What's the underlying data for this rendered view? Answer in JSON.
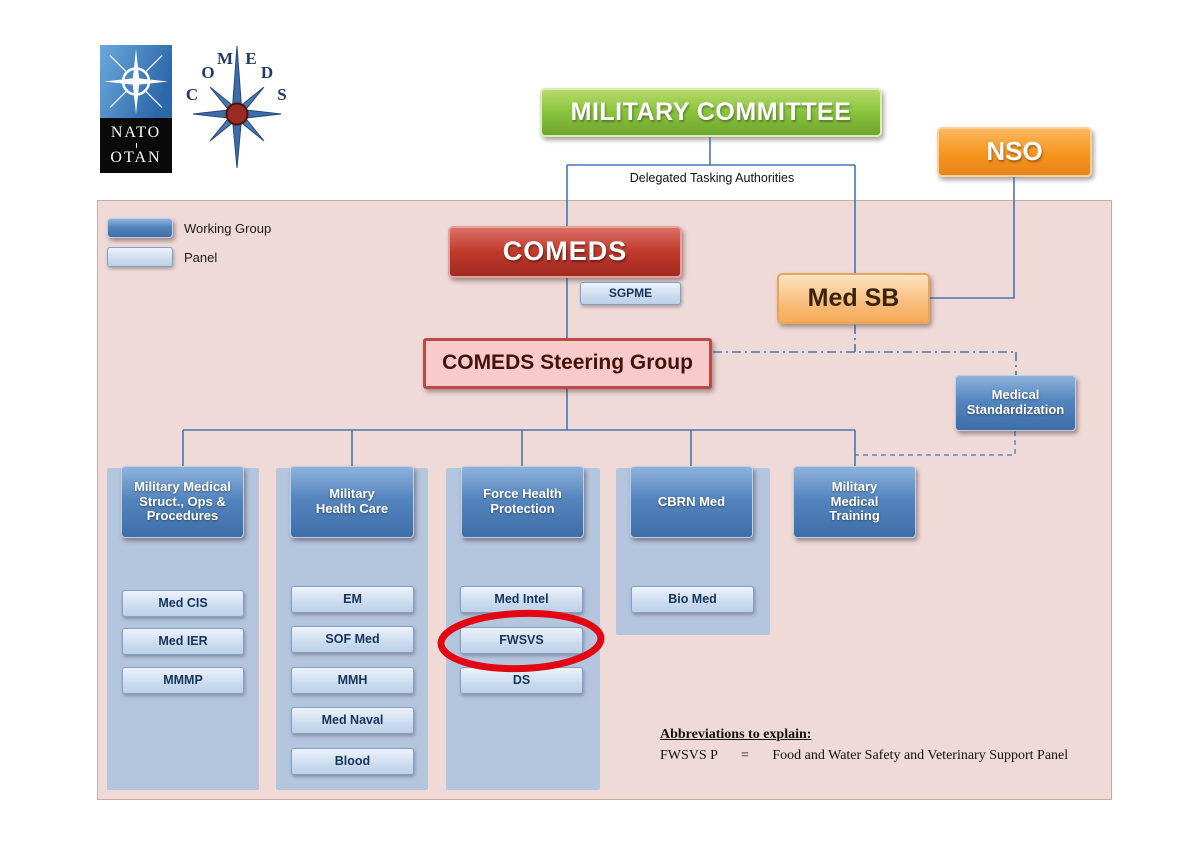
{
  "logos": {
    "nato": {
      "top": "NATO",
      "bottom": "OTAN"
    },
    "comeds": {
      "letters": [
        "C",
        "O",
        "M",
        "E",
        "D",
        "S"
      ]
    }
  },
  "nodes": {
    "military_committee": "MILITARY COMMITTEE",
    "nso": "NSO",
    "delegated_tasking": "Delegated Tasking Authorities",
    "comeds": "COMEDS",
    "sgpme": "SGPME",
    "med_sb": "Med SB",
    "comeds_steering_group": "COMEDS Steering Group",
    "medical_standardization": "Medical Standardization"
  },
  "legend": {
    "working_group": "Working Group",
    "panel": "Panel"
  },
  "columns": [
    {
      "header": "Military Medical Struct., Ops & Procedures",
      "panels": [
        "Med CIS",
        "Med IER",
        "MMMP"
      ]
    },
    {
      "header": "Military Health Care",
      "panels": [
        "EM",
        "SOF Med",
        "MMH",
        "Med Naval",
        "Blood"
      ]
    },
    {
      "header": "Force Health Protection",
      "panels": [
        "Med Intel",
        "FWSVS",
        "DS"
      ]
    },
    {
      "header": "CBRN Med",
      "panels": [
        "Bio Med"
      ]
    },
    {
      "header": "Military Medical Training",
      "panels": []
    }
  ],
  "abbreviations": {
    "title": "Abbreviations to explain:",
    "term": "FWSVS P",
    "equals": "=",
    "definition": "Food and Water Safety and Veterinary Support Panel"
  },
  "colors": {
    "committee_green": "#8cc63f",
    "nso_orange": "#f7941d",
    "comeds_red": "#c0392b",
    "med_sb_peach": "#f9bd7c",
    "group_blue": "#4f81bd",
    "panel_light_blue": "#c6d9f0",
    "background_pink": "#f0dad8",
    "connector_blue": "#4677b0",
    "highlight_red": "#e30613"
  }
}
